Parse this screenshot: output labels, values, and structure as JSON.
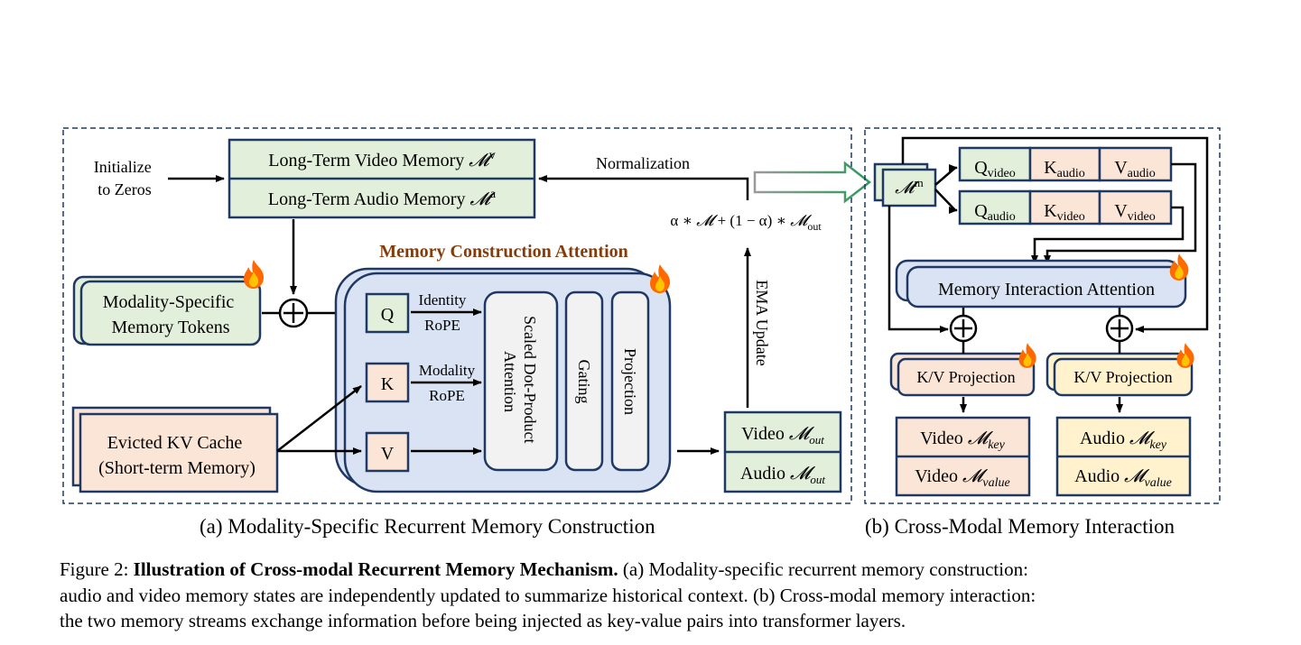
{
  "panel_a": {
    "init_label_1": "Initialize",
    "init_label_2": "to Zeros",
    "video_memory_prefix": "Long-Term Video Memory ",
    "audio_memory_prefix": "Long-Term Audio Memory ",
    "memory_symbol": "𝓜",
    "video_sup": "v",
    "audio_sup": "a",
    "normalization": "Normalization",
    "ema_formula_a": "α ∗ ",
    "ema_formula_b": " + (1 − α) ∗ ",
    "out_sub": "out",
    "ema_update": "EMA Update",
    "mca_title": "Memory Construction Attention",
    "tokens_line1": "Modality-Specific",
    "tokens_line2": "Memory Tokens",
    "q": "Q",
    "k": "K",
    "v": "V",
    "identity": "Identity",
    "modality": "Modality",
    "rope": "RoPE",
    "sdpa_line1": "Scaled Dot-Product",
    "sdpa_line2": "Attention",
    "gating": "Gating",
    "projection": "Projection",
    "kv_line1": "Evicted KV Cache",
    "kv_line2": "(Short-term Memory)",
    "video_out_label": "Video ",
    "audio_out_label": "Audio ",
    "caption": "(a) Modality-Specific Recurrent Memory Construction"
  },
  "panel_b": {
    "mem_sup": "m",
    "q_video": "Q",
    "k_audio": "K",
    "v_audio": "V",
    "q_audio": "Q",
    "k_video": "K",
    "v_video": "V",
    "sub_video": "video",
    "sub_audio": "audio",
    "mia": "Memory Interaction Attention",
    "kv_proj_left": "K/V Projection",
    "kv_proj_right": "K/V Projection",
    "video_key_label": "Video ",
    "video_value_label": "Video ",
    "audio_key_label": "Audio ",
    "audio_value_label": "Audio ",
    "sub_key": "key",
    "sub_value": "value",
    "caption": "(b) Cross-Modal Memory Interaction"
  },
  "figure_caption": {
    "label": "Figure 2: ",
    "bold": "Illustration of Cross-modal Recurrent Memory Mechanism.",
    "rest1": " (a) Modality-specific recurrent memory construction:",
    "line2": "audio and video memory states are independently updated to summarize historical context. (b) Cross-modal memory interaction:",
    "line3": "the two memory streams exchange information before being injected as key-value pairs into transformer layers."
  },
  "colors": {
    "green_fill": "#e2efda",
    "blue_fill": "#dae3f3",
    "peach_fill": "#fbe5d6",
    "yellow_fill": "#fff2cc",
    "gray_fill": "#f2f2f2",
    "dark_outline": "#1f3864",
    "title_color": "#843c0c",
    "flame": "#ff6a00"
  },
  "icons": [
    "flame-icon",
    "plus-circle-icon",
    "hollow-arrow-icon"
  ]
}
